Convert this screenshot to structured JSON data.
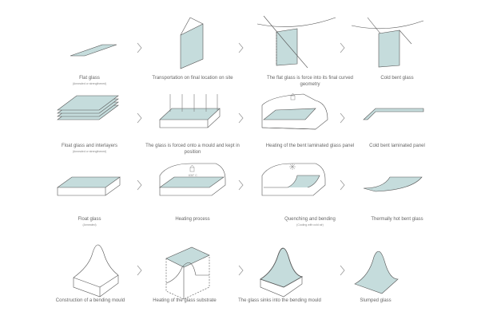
{
  "rows": [
    {
      "steps": [
        {
          "caption": "Flat glass",
          "note": "(Annealed or strengthened)"
        },
        {
          "caption": "Transportation on final location on site",
          "note": ""
        },
        {
          "caption": "The flat glass is force into its final curved geometry",
          "note": ""
        },
        {
          "caption": "Cold bent glass",
          "note": ""
        }
      ]
    },
    {
      "steps": [
        {
          "caption": "Float glass and interlayers",
          "note": "(Annealed or strengthened)"
        },
        {
          "caption": "The glass is forced onto a mould and kept in position",
          "note": ""
        },
        {
          "caption": "Heating of the bent laminated glass panel",
          "note": ""
        },
        {
          "caption": "Cold bent laminated panel",
          "note": ""
        }
      ]
    },
    {
      "steps": [
        {
          "caption": "Float glass",
          "note": "(Annealed)"
        },
        {
          "caption": "Heating process",
          "note": ""
        },
        {
          "caption": "Quenching and bending",
          "note": "(Cooling with cold air)"
        },
        {
          "caption": "Thermally hot bent glass",
          "note": ""
        }
      ]
    },
    {
      "steps": [
        {
          "caption": "Construction of a bending mould",
          "note": ""
        },
        {
          "caption": "Heating of the glass substrate",
          "note": ""
        },
        {
          "caption": "The glass sinks into the bending mould",
          "note": ""
        },
        {
          "caption": "Slumped glass",
          "note": ""
        }
      ]
    }
  ],
  "labels": {
    "temp": "630° C"
  },
  "colors": {
    "glass": "#c5dcdc",
    "line": "#555555"
  }
}
